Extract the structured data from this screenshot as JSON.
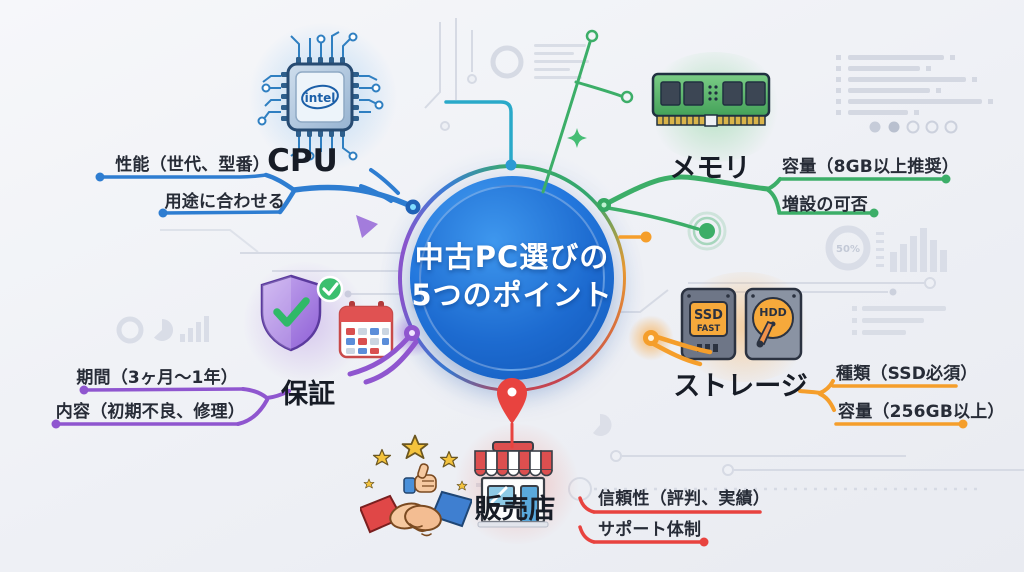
{
  "title": "中古PC選びの5つのポイント",
  "center": {
    "line1": "中古PC選びの",
    "line2": "5つのポイント"
  },
  "cpu": {
    "label": "CPU",
    "chip_logo": "intel",
    "branch1": "性能（世代、型番）",
    "branch2": "用途に合わせる",
    "color": "#2e7dd1"
  },
  "memory": {
    "label": "メモリ",
    "branch1": "容量（8GB以上推奨）",
    "branch2": "増設の可否",
    "color": "#3cae68"
  },
  "storage": {
    "label": "ストレージ",
    "ssd_label": "SSD",
    "ssd_sub": "FAST",
    "hdd_label": "HDD",
    "branch1": "種類（SSD必須）",
    "branch2": "容量（256GB以上）",
    "color": "#f59e2b"
  },
  "warranty": {
    "label": "保証",
    "branch1": "期間（3ヶ月～1年）",
    "branch2": "内容（初期不良、修理）",
    "color": "#8f56cf"
  },
  "seller": {
    "label": "販売店",
    "branch1": "信頼性（評判、実績）",
    "branch2": "サポート体制",
    "color": "#e8433f"
  },
  "decor": {
    "gauge_label": "50%"
  },
  "colors": {
    "center_blue": "#1e6fd4",
    "background": "#eef0f5"
  }
}
